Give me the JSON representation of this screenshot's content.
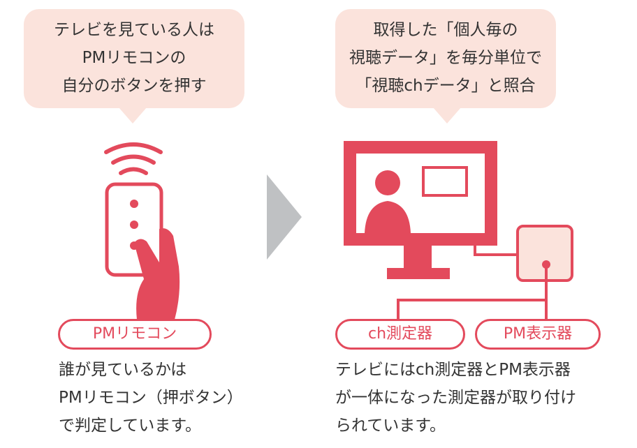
{
  "left_bubble": {
    "lines": [
      "テレビを見ている人は",
      "PMリモコンの",
      "自分のボタンを押す"
    ]
  },
  "right_bubble": {
    "lines": [
      "取得した「個人毎の",
      "視聴データ」を毎分単位で",
      "「視聴chデータ」と照合"
    ]
  },
  "labels": {
    "remote": "PMリモコン",
    "ch_meter": "ch測定器",
    "pm_display": "PM表示器"
  },
  "left_caption": {
    "lines": [
      "誰が見ているかは",
      "PMリモコン（押ボタン）",
      "で判定しています。"
    ]
  },
  "right_caption": {
    "lines": [
      "テレビにはch測定器とPM表示器",
      "が一体になった測定器が取り付け",
      "られています。"
    ]
  },
  "colors": {
    "accent": "#e34a5c",
    "bubble": "#fbe3dc",
    "arrow": "#bfc1c3"
  }
}
